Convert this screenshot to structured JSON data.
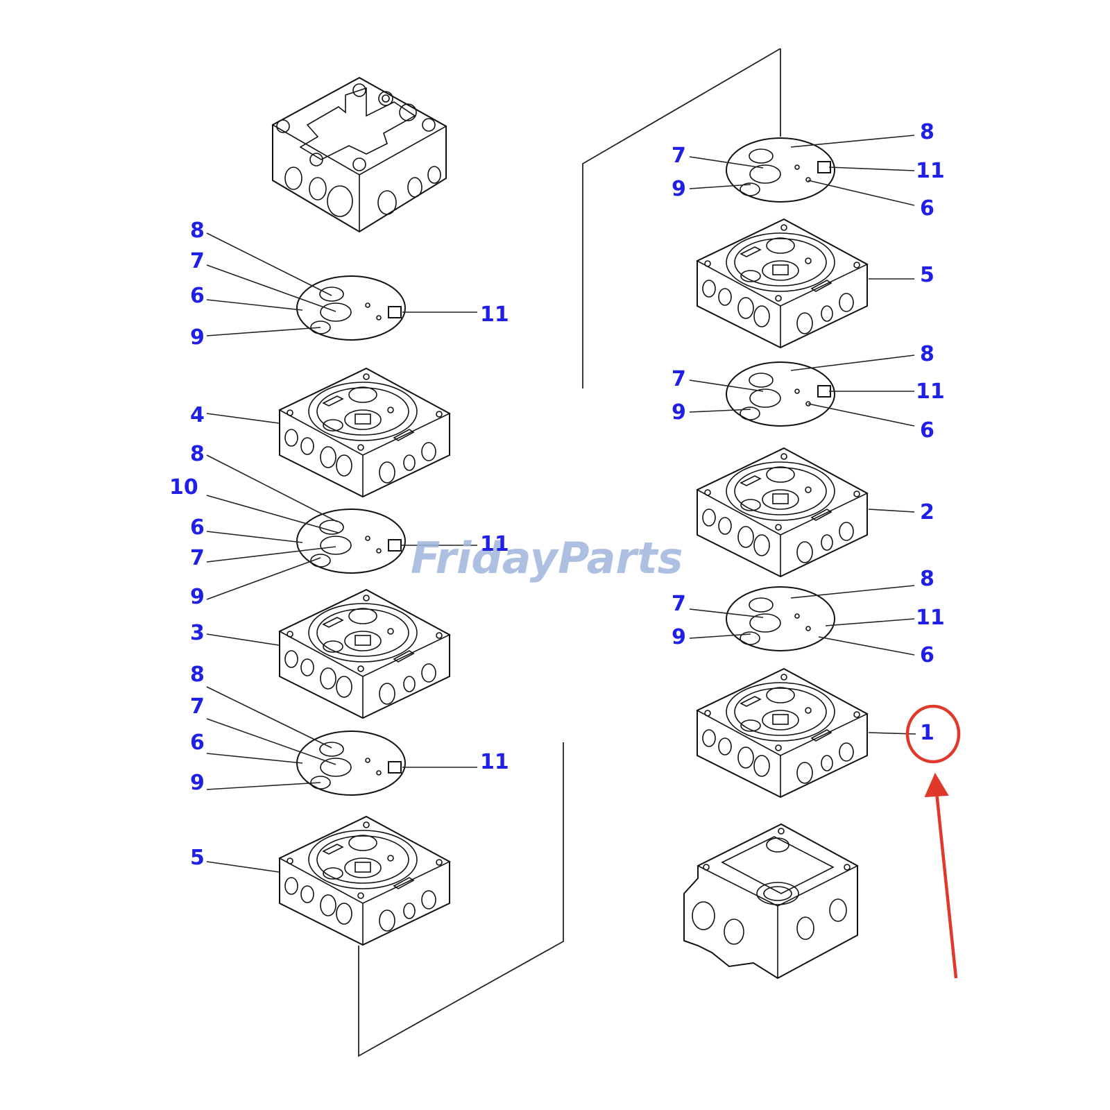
{
  "watermark": {
    "text": "FridayParts"
  },
  "labels": {
    "L8a": "8",
    "L7a": "7",
    "L6a": "6",
    "L9a": "9",
    "L11a": "11",
    "L4": "4",
    "L8b": "8",
    "L10": "10",
    "L6b": "6",
    "L7b": "7",
    "L9b": "9",
    "L11b": "11",
    "L3": "3",
    "L8c": "8",
    "L7c": "7",
    "L6c": "6",
    "L9c": "9",
    "L11c": "11",
    "L5a": "5",
    "R7a": "7",
    "R8a": "8",
    "R11a": "11",
    "R9a": "9",
    "R6a": "6",
    "R5": "5",
    "R7b": "7",
    "R8b": "8",
    "R11b": "11",
    "R9b": "9",
    "R6b": "6",
    "R2": "2",
    "R7c": "7",
    "R8c": "8",
    "R11c": "11",
    "R9c": "9",
    "R6c": "6",
    "R1": "1"
  },
  "colors": {
    "label": "#1f1fe6",
    "highlight": "#e0392c",
    "watermark": "#9fb6dc",
    "line": "#111111"
  }
}
